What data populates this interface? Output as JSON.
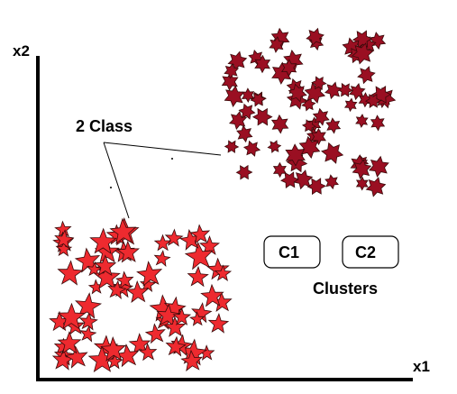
{
  "axes": {
    "x_label": "x1",
    "y_label": "x2"
  },
  "annotation": {
    "class_label": "2 Class"
  },
  "clusters": {
    "caption": "Clusters",
    "items": [
      {
        "label": "C1"
      },
      {
        "label": "C2"
      }
    ]
  },
  "colors": {
    "red_star": "#ee2a2f",
    "dark_star": "#9a0f22",
    "star_outline": "#3a0a0a",
    "axis": "#000000"
  },
  "icons": {
    "red_marker": "five-point-star-icon",
    "dark_marker": "six-point-star-icon"
  }
}
